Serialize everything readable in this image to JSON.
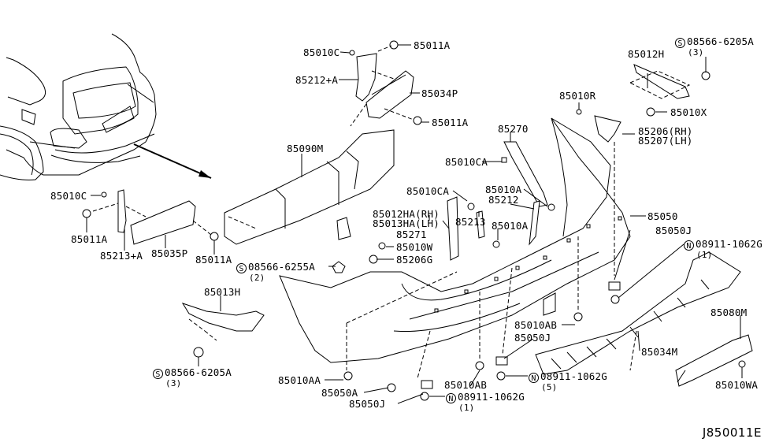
{
  "diagram": {
    "title": "Rear Bumper Parts Diagram",
    "figure_code": "J850011E",
    "vehicle_view": "rear-quarter-vehicle-outline",
    "callouts": [
      {
        "id": "c1",
        "part": "85010C"
      },
      {
        "id": "c2",
        "part": "85011A"
      },
      {
        "id": "c3",
        "part": "85212+A"
      },
      {
        "id": "c4",
        "part": "85034P"
      },
      {
        "id": "c5",
        "part": "85011A"
      },
      {
        "id": "c6",
        "part": "85090M"
      },
      {
        "id": "c7",
        "part": "85010C"
      },
      {
        "id": "c8",
        "part": "85011A"
      },
      {
        "id": "c9",
        "part": "85213+A"
      },
      {
        "id": "c10",
        "part": "85035P"
      },
      {
        "id": "c11",
        "part": "85011A"
      },
      {
        "id": "c12",
        "part": "08566-6255A",
        "symbol": "S",
        "qty": "(2)"
      },
      {
        "id": "c13",
        "part": "85013H"
      },
      {
        "id": "c14",
        "part": "08566-6205A",
        "symbol": "S",
        "qty": "(3)"
      },
      {
        "id": "c15",
        "part": "85012H"
      },
      {
        "id": "c16",
        "part": "08566-6205A",
        "symbol": "S",
        "qty": "(3)"
      },
      {
        "id": "c17",
        "part": "85010X"
      },
      {
        "id": "c18",
        "part": "85010R"
      },
      {
        "id": "c19",
        "part": "85206(RH)"
      },
      {
        "id": "c20",
        "part": "85207(LH)"
      },
      {
        "id": "c21",
        "part": "85270"
      },
      {
        "id": "c22",
        "part": "85010CA"
      },
      {
        "id": "c23",
        "part": "85010CA"
      },
      {
        "id": "c24",
        "part": "85010A"
      },
      {
        "id": "c25",
        "part": "85212"
      },
      {
        "id": "c26",
        "part": "85012HA(RH)"
      },
      {
        "id": "c27",
        "part": "85013HA(LH)"
      },
      {
        "id": "c28",
        "part": "85271"
      },
      {
        "id": "c29",
        "part": "85213"
      },
      {
        "id": "c30",
        "part": "85010A"
      },
      {
        "id": "c31",
        "part": "85010W"
      },
      {
        "id": "c32",
        "part": "85206G"
      },
      {
        "id": "c33",
        "part": "85050"
      },
      {
        "id": "c34",
        "part": "85050J"
      },
      {
        "id": "c35",
        "part": "08911-1062G",
        "symbol": "N",
        "qty": "(1)"
      },
      {
        "id": "c36",
        "part": "85010AB"
      },
      {
        "id": "c37",
        "part": "85050J"
      },
      {
        "id": "c38",
        "part": "85034M"
      },
      {
        "id": "c39",
        "part": "85080M"
      },
      {
        "id": "c40",
        "part": "85010WA"
      },
      {
        "id": "c41",
        "part": "08911-1062G",
        "symbol": "N",
        "qty": "(5)"
      },
      {
        "id": "c42",
        "part": "85010AA"
      },
      {
        "id": "c43",
        "part": "85050A"
      },
      {
        "id": "c44",
        "part": "85050J"
      },
      {
        "id": "c45",
        "part": "08911-1062G",
        "symbol": "N",
        "qty": "(1)"
      },
      {
        "id": "c46",
        "part": "85010AB"
      }
    ]
  }
}
